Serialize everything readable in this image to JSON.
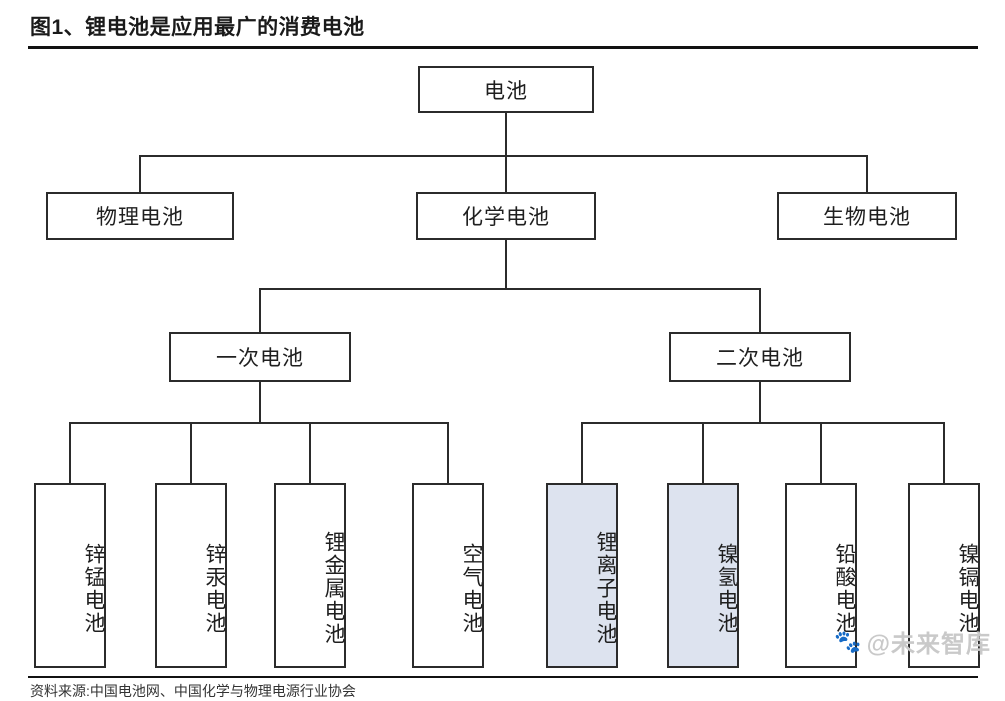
{
  "figure": {
    "title": "图1、锂电池是应用最广的消费电池",
    "watermark": "@未来智库",
    "watermark_icon": "baidu-paw-icon",
    "footer_note": "资料来源:中国电池网、中国化学与物理电源行业协会"
  },
  "colors": {
    "box_border": "#2b2b2b",
    "box_fill": "#ffffff",
    "highlight_fill": "#dde3ef",
    "line": "#2b2b2b",
    "rule": "#111111",
    "watermark": "#c9c9c9"
  },
  "chart_data": {
    "type": "tree",
    "title": "图1、锂电池是应用最广的消费电池",
    "root": "电池",
    "levels": 4,
    "nodes": [
      {
        "id": "root",
        "label": "电池",
        "level": 0,
        "parent": null,
        "highlight": false
      },
      {
        "id": "physical",
        "label": "物理电池",
        "level": 1,
        "parent": "root",
        "highlight": false
      },
      {
        "id": "chemical",
        "label": "化学电池",
        "level": 1,
        "parent": "root",
        "highlight": false
      },
      {
        "id": "biological",
        "label": "生物电池",
        "level": 1,
        "parent": "root",
        "highlight": false
      },
      {
        "id": "primary",
        "label": "一次电池",
        "level": 2,
        "parent": "chemical",
        "highlight": false
      },
      {
        "id": "secondary",
        "label": "二次电池",
        "level": 2,
        "parent": "chemical",
        "highlight": false
      },
      {
        "id": "zn-mn",
        "label": "锌锰电池",
        "level": 3,
        "parent": "primary",
        "highlight": false
      },
      {
        "id": "zn-hg",
        "label": "锌汞电池",
        "level": 3,
        "parent": "primary",
        "highlight": false
      },
      {
        "id": "li-metal",
        "label": "锂金属电池",
        "level": 3,
        "parent": "primary",
        "highlight": false
      },
      {
        "id": "air",
        "label": "空气电池",
        "level": 3,
        "parent": "primary",
        "highlight": false
      },
      {
        "id": "li-ion",
        "label": "锂离子电池",
        "level": 3,
        "parent": "secondary",
        "highlight": true
      },
      {
        "id": "ni-mh",
        "label": "镍氢电池",
        "level": 3,
        "parent": "secondary",
        "highlight": true
      },
      {
        "id": "lead-acid",
        "label": "铅酸电池",
        "level": 3,
        "parent": "secondary",
        "highlight": false
      },
      {
        "id": "ni-cd",
        "label": "镍镉电池",
        "level": 3,
        "parent": "secondary",
        "highlight": false
      }
    ],
    "edges": [
      {
        "from": "root",
        "to": "physical"
      },
      {
        "from": "root",
        "to": "chemical"
      },
      {
        "from": "root",
        "to": "biological"
      },
      {
        "from": "chemical",
        "to": "primary"
      },
      {
        "from": "chemical",
        "to": "secondary"
      },
      {
        "from": "primary",
        "to": "zn-mn"
      },
      {
        "from": "primary",
        "to": "zn-hg"
      },
      {
        "from": "primary",
        "to": "li-metal"
      },
      {
        "from": "primary",
        "to": "air"
      },
      {
        "from": "secondary",
        "to": "li-ion"
      },
      {
        "from": "secondary",
        "to": "ni-mh"
      },
      {
        "from": "secondary",
        "to": "lead-acid"
      },
      {
        "from": "secondary",
        "to": "ni-cd"
      }
    ],
    "highlighted_nodes": [
      "锂离子电池",
      "镍氢电池"
    ],
    "legend": [],
    "annotations": []
  }
}
